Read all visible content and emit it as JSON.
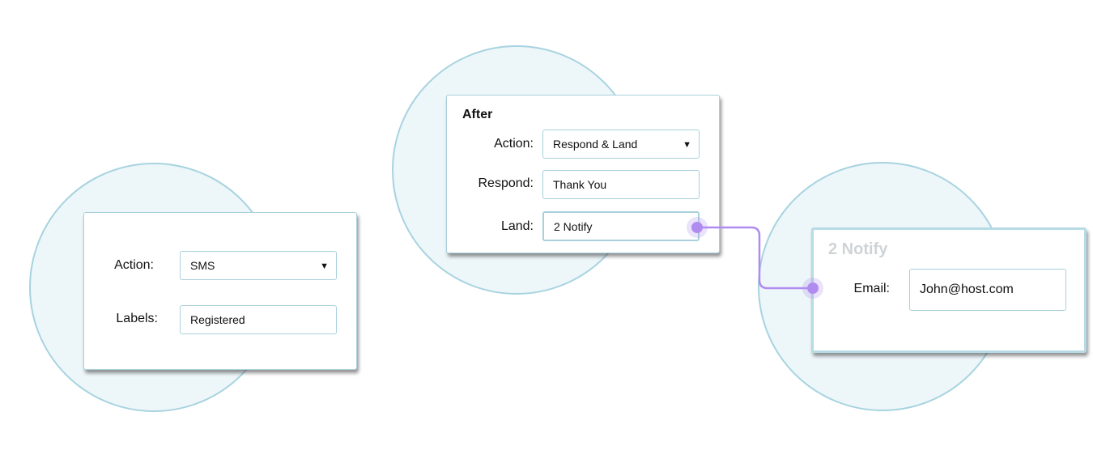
{
  "left_card": {
    "action_label": "Action:",
    "action_value": "SMS",
    "labels_label": "Labels:",
    "labels_value": "Registered"
  },
  "middle_card": {
    "title": "After",
    "action_label": "Action:",
    "action_value": "Respond & Land",
    "respond_label": "Respond:",
    "respond_value": "Thank You",
    "land_label": "Land:",
    "land_value": "2 Notify"
  },
  "right_card": {
    "title": "2 Notify",
    "email_label": "Email:",
    "email_value": "John@host.com"
  },
  "icons": {
    "dropdown": "caret-down-icon",
    "port": "connection-port-icon"
  },
  "colors": {
    "connector": "#b08cf0",
    "circle_fill": "#edf6f9",
    "circle_stroke": "#a7d3e0",
    "muted_title": "#d0d3d6"
  }
}
